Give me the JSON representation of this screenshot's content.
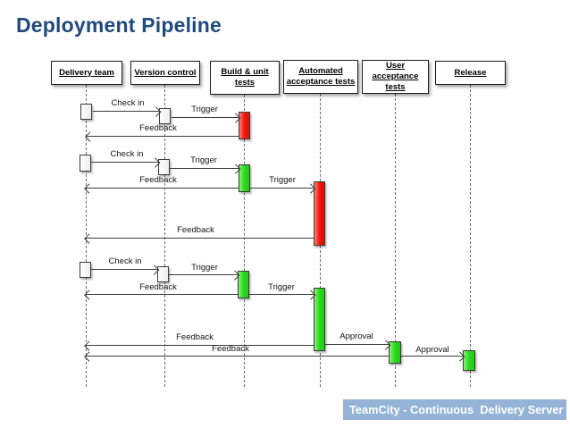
{
  "slide": {
    "title": "Deployment Pipeline",
    "footer_banner": "TeamCity - Continuous  Delivery Server"
  },
  "colors": {
    "title_text": "#1F4A7D",
    "banner_bg": "#95B3D7",
    "banner_text": "#FFFFFF",
    "run_failed": "#F0170C",
    "run_passed": "#2ADA1C"
  },
  "pipeline": {
    "stages": [
      "Delivery team",
      "Version control",
      "Build & unit tests",
      "Automated acceptance tests",
      "User acceptance tests",
      "Release"
    ],
    "runs": [
      {
        "sequence": 1,
        "stage": "Build & unit tests",
        "result": "failed"
      },
      {
        "sequence": 2,
        "stage": "Build & unit tests",
        "result": "passed"
      },
      {
        "sequence": 2,
        "stage": "Automated acceptance tests",
        "result": "failed"
      },
      {
        "sequence": 3,
        "stage": "Build & unit tests",
        "result": "passed"
      },
      {
        "sequence": 3,
        "stage": "Automated acceptance tests",
        "result": "passed"
      },
      {
        "sequence": 3,
        "stage": "User acceptance tests",
        "result": "passed"
      },
      {
        "sequence": 3,
        "stage": "Release",
        "result": "passed"
      }
    ],
    "messages": [
      {
        "label": "Check in",
        "from": "Delivery team",
        "to": "Version control"
      },
      {
        "label": "Trigger",
        "from": "Version control",
        "to": "Build & unit tests"
      },
      {
        "label": "Feedback",
        "from": "Build & unit tests",
        "to": "Delivery team"
      },
      {
        "label": "Check in",
        "from": "Delivery team",
        "to": "Version control"
      },
      {
        "label": "Trigger",
        "from": "Version control",
        "to": "Build & unit tests"
      },
      {
        "label": "Feedback",
        "from": "Build & unit tests",
        "to": "Delivery team"
      },
      {
        "label": "Trigger",
        "from": "Build & unit tests",
        "to": "Automated acceptance tests"
      },
      {
        "label": "Feedback",
        "from": "Automated acceptance tests",
        "to": "Delivery team"
      },
      {
        "label": "Check in",
        "from": "Delivery team",
        "to": "Version control"
      },
      {
        "label": "Trigger",
        "from": "Version control",
        "to": "Build & unit tests"
      },
      {
        "label": "Feedback",
        "from": "Build & unit tests",
        "to": "Delivery team"
      },
      {
        "label": "Trigger",
        "from": "Build & unit tests",
        "to": "Automated acceptance tests"
      },
      {
        "label": "Feedback",
        "from": "Automated acceptance tests",
        "to": "Delivery team"
      },
      {
        "label": "Approval",
        "from": "Automated acceptance tests",
        "to": "User acceptance tests"
      },
      {
        "label": "Feedback",
        "from": "User acceptance tests",
        "to": "Delivery team"
      },
      {
        "label": "Approval",
        "from": "User acceptance tests",
        "to": "Release"
      }
    ]
  }
}
